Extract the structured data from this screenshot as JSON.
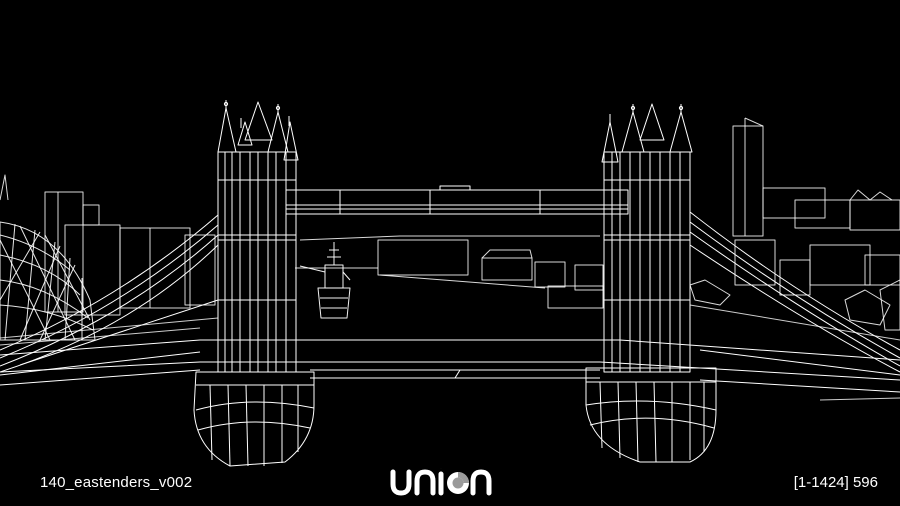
{
  "hud": {
    "shot_name": "140_eastenders_v002",
    "frame_counter": "[1-1424] 596"
  },
  "brand": {
    "name": "union",
    "letter_color": "#ffffff",
    "accent_color": "#9a9a9a"
  },
  "colors": {
    "background": "#000000",
    "wireframe": "#ffffff"
  },
  "icons": {
    "logo": "union-wordmark-logo"
  }
}
